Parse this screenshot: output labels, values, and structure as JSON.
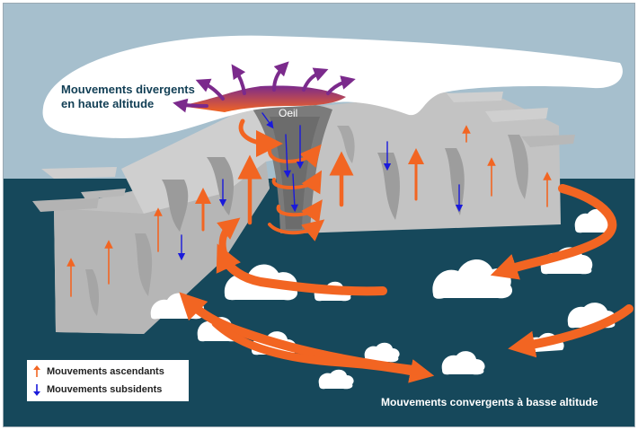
{
  "labels": {
    "upper_divergence_line1": "Mouvements divergents",
    "upper_divergence_line2": "en haute altitude",
    "eye": "Oeil",
    "lower_convergence": "Mouvements convergents à basse altitude"
  },
  "legend": {
    "items": [
      {
        "label": "Mouvements ascendants",
        "icon": "orange-up-arrow-icon",
        "color": "#f26522"
      },
      {
        "label": "Mouvements subsidents",
        "icon": "blue-down-arrow-icon",
        "color": "#1a1adb"
      }
    ]
  },
  "colors": {
    "sky": "#a6bfcd",
    "sea": "#16485b",
    "cloud_wall": "#bcbcbc",
    "eye_wall": "#7c7c7c",
    "ascending": "#f26522",
    "subsiding": "#1a1adb",
    "divergence": "#7b2a8c"
  }
}
